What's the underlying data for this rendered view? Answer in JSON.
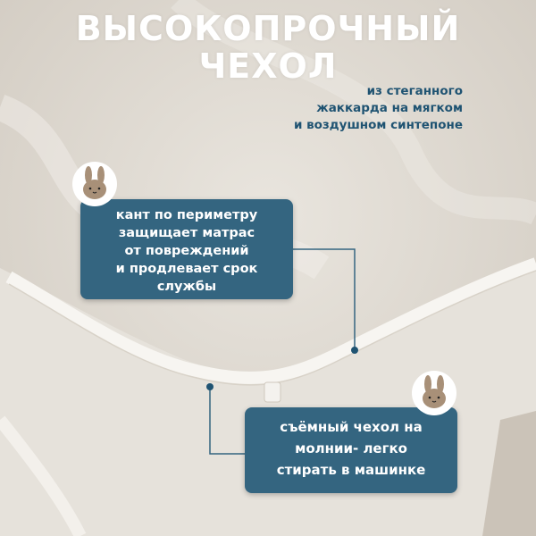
{
  "headline": {
    "line1": "высокопрочный",
    "line2": "чехол"
  },
  "subtitle": {
    "lines": [
      "из стеганного",
      "жаккарда на мягком",
      "и воздушном синтепоне"
    ]
  },
  "callout_piping": {
    "lines": [
      "кант по периметру",
      "защищает матрас",
      "от повреждений",
      "и продлевает срок",
      "службы"
    ]
  },
  "callout_zipper": {
    "lines": [
      "съёмный чехол на",
      "молнии- легко",
      "стирать в машинке"
    ]
  },
  "colors": {
    "accent": "#346580",
    "subtitle": "#1f5372",
    "bunny": "#a89078",
    "background": "#d9d3ca"
  },
  "icons": [
    "bunny-icon"
  ]
}
